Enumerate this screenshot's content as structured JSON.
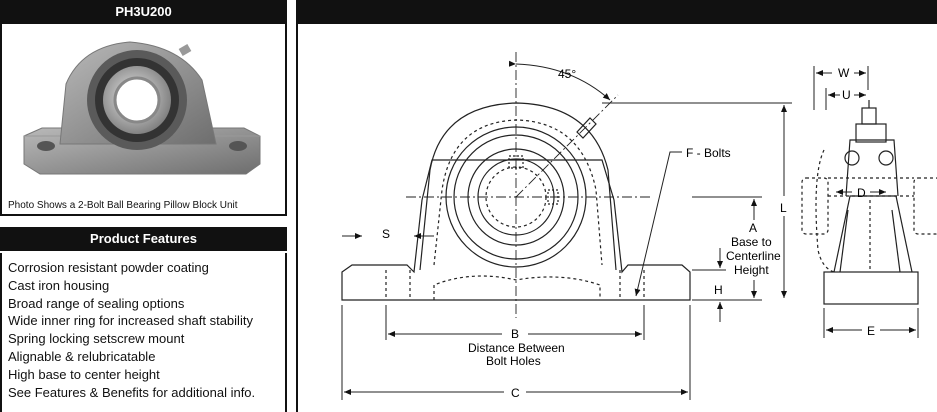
{
  "product": {
    "model": "PH3U200",
    "photo_caption": "Photo Shows a 2-Bolt Ball Bearing Pillow Block Unit"
  },
  "features": {
    "title": "Product Features",
    "items": [
      "Corrosion resistant powder coating",
      "Cast iron housing",
      "Broad range of sealing options",
      "Wide inner ring for increased shaft stability",
      "Spring locking setscrew mount",
      "Alignable & relubricatable",
      "High base to center height",
      "See Features & Benefits for additional info."
    ]
  },
  "drawing": {
    "angle": "45°",
    "f_bolts": "F - Bolts",
    "s": "S",
    "a": "A",
    "base_to_centerline_1": "Base to",
    "base_to_centerline_2": "Centerline",
    "base_to_centerline_3": "Height",
    "h": "H",
    "l": "L",
    "b": "B",
    "b_desc_1": "Distance Between",
    "b_desc_2": "Bolt Holes",
    "c": "C",
    "w": "W",
    "u": "U",
    "d": "D",
    "e": "E"
  }
}
